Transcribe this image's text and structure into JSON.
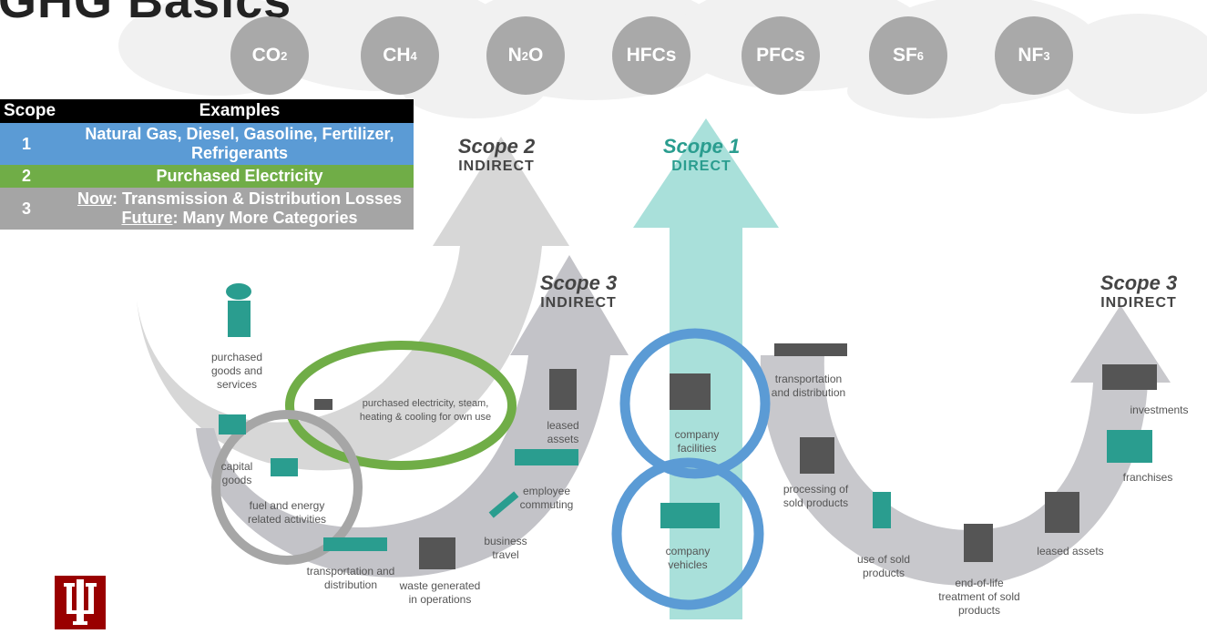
{
  "title": "GHG Basics",
  "gases": [
    {
      "base": "CO",
      "sub": "2"
    },
    {
      "base": "CH",
      "sub": "4"
    },
    {
      "base": "N",
      "sub": "2",
      "tail": "O"
    },
    {
      "base": "HFCs",
      "sub": ""
    },
    {
      "base": "PFCs",
      "sub": ""
    },
    {
      "base": "SF",
      "sub": "6"
    },
    {
      "base": "NF",
      "sub": "3"
    }
  ],
  "table": {
    "headers": [
      "Scope",
      "Examples"
    ],
    "rows": [
      {
        "scope": "1",
        "line1": "Natural Gas, Diesel, Gasoline, Fertilizer,",
        "line2": "Refrigerants"
      },
      {
        "scope": "2",
        "line1": "Purchased Electricity"
      },
      {
        "scope": "3",
        "now_label": "Now",
        "now_text": ": Transmission & Distribution Losses",
        "future_label": "Future",
        "future_text": ": Many More Categories"
      }
    ]
  },
  "scopes": {
    "scope2": {
      "name": "Scope 2",
      "type": "INDIRECT"
    },
    "scope1": {
      "name": "Scope 1",
      "type": "DIRECT"
    },
    "scope3_up": {
      "name": "Scope 3",
      "type": "INDIRECT"
    },
    "scope3_down": {
      "name": "Scope 3",
      "type": "INDIRECT"
    }
  },
  "activities": {
    "purchased_goods": "purchased goods and services",
    "capital_goods": "capital goods",
    "fuel_energy": "fuel and energy related activities",
    "transport_up": "transportation and distribution",
    "waste": "waste generated in operations",
    "business_travel": "business travel",
    "employee_commuting": "employee commuting",
    "leased_assets_up": "leased assets",
    "purchased_electricity": "purchased electricity, steam, heating & cooling for own use",
    "company_facilities": "company facilities",
    "company_vehicles": "company vehicles",
    "transport_down": "transportation and distribution",
    "processing_sold": "processing of sold products",
    "use_sold": "use of sold products",
    "end_of_life": "end-of-life treatment of sold products",
    "leased_assets_down": "leased assets",
    "franchises": "franchises",
    "investments": "investments"
  },
  "colors": {
    "teal": "#2a9d8f",
    "scope1": "#43b5a8",
    "arrow_gray": "#b9b9b9",
    "highlight_blue": "#5b9bd5",
    "highlight_green": "#70ad47",
    "highlight_gray": "#a6a6a6"
  }
}
